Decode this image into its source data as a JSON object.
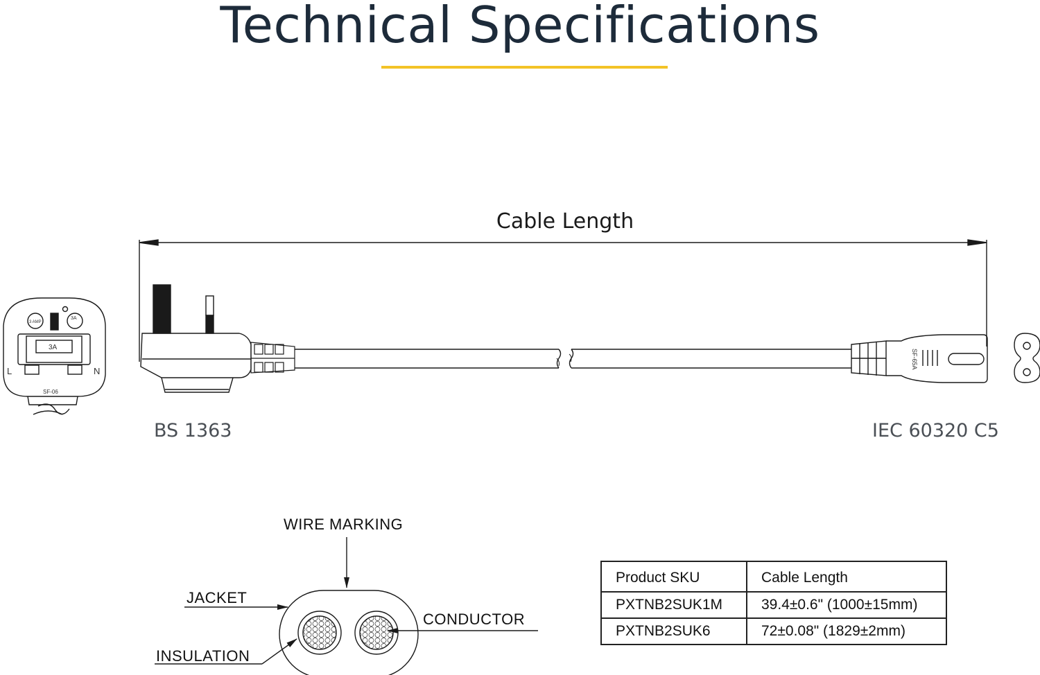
{
  "header": {
    "title": "Technical Specifications",
    "accent_color": "#f3c327"
  },
  "drawing": {
    "length_label": "Cable Length",
    "left_connector": "BS 1363",
    "right_connector": "IEC 60320 C5",
    "plug_face": {
      "left_pin": "L",
      "right_pin": "N",
      "fuse_label": "3A",
      "amp_badge": "3 AMP",
      "rating_badge": "3A",
      "model_code": "SF-06"
    },
    "connector_code": "SF-65A"
  },
  "cross_section": {
    "wire_marking": "WIRE MARKING",
    "jacket": "JACKET",
    "insulation": "INSULATION",
    "conductor": "CONDUCTOR"
  },
  "table": {
    "headers": [
      "Product SKU",
      "Cable Length"
    ],
    "rows": [
      [
        "PXTNB2SUK1M",
        "39.4±0.6\" (1000±15mm)"
      ],
      [
        "PXTNB2SUK6",
        "72±0.08\" (1829±2mm)"
      ]
    ]
  }
}
